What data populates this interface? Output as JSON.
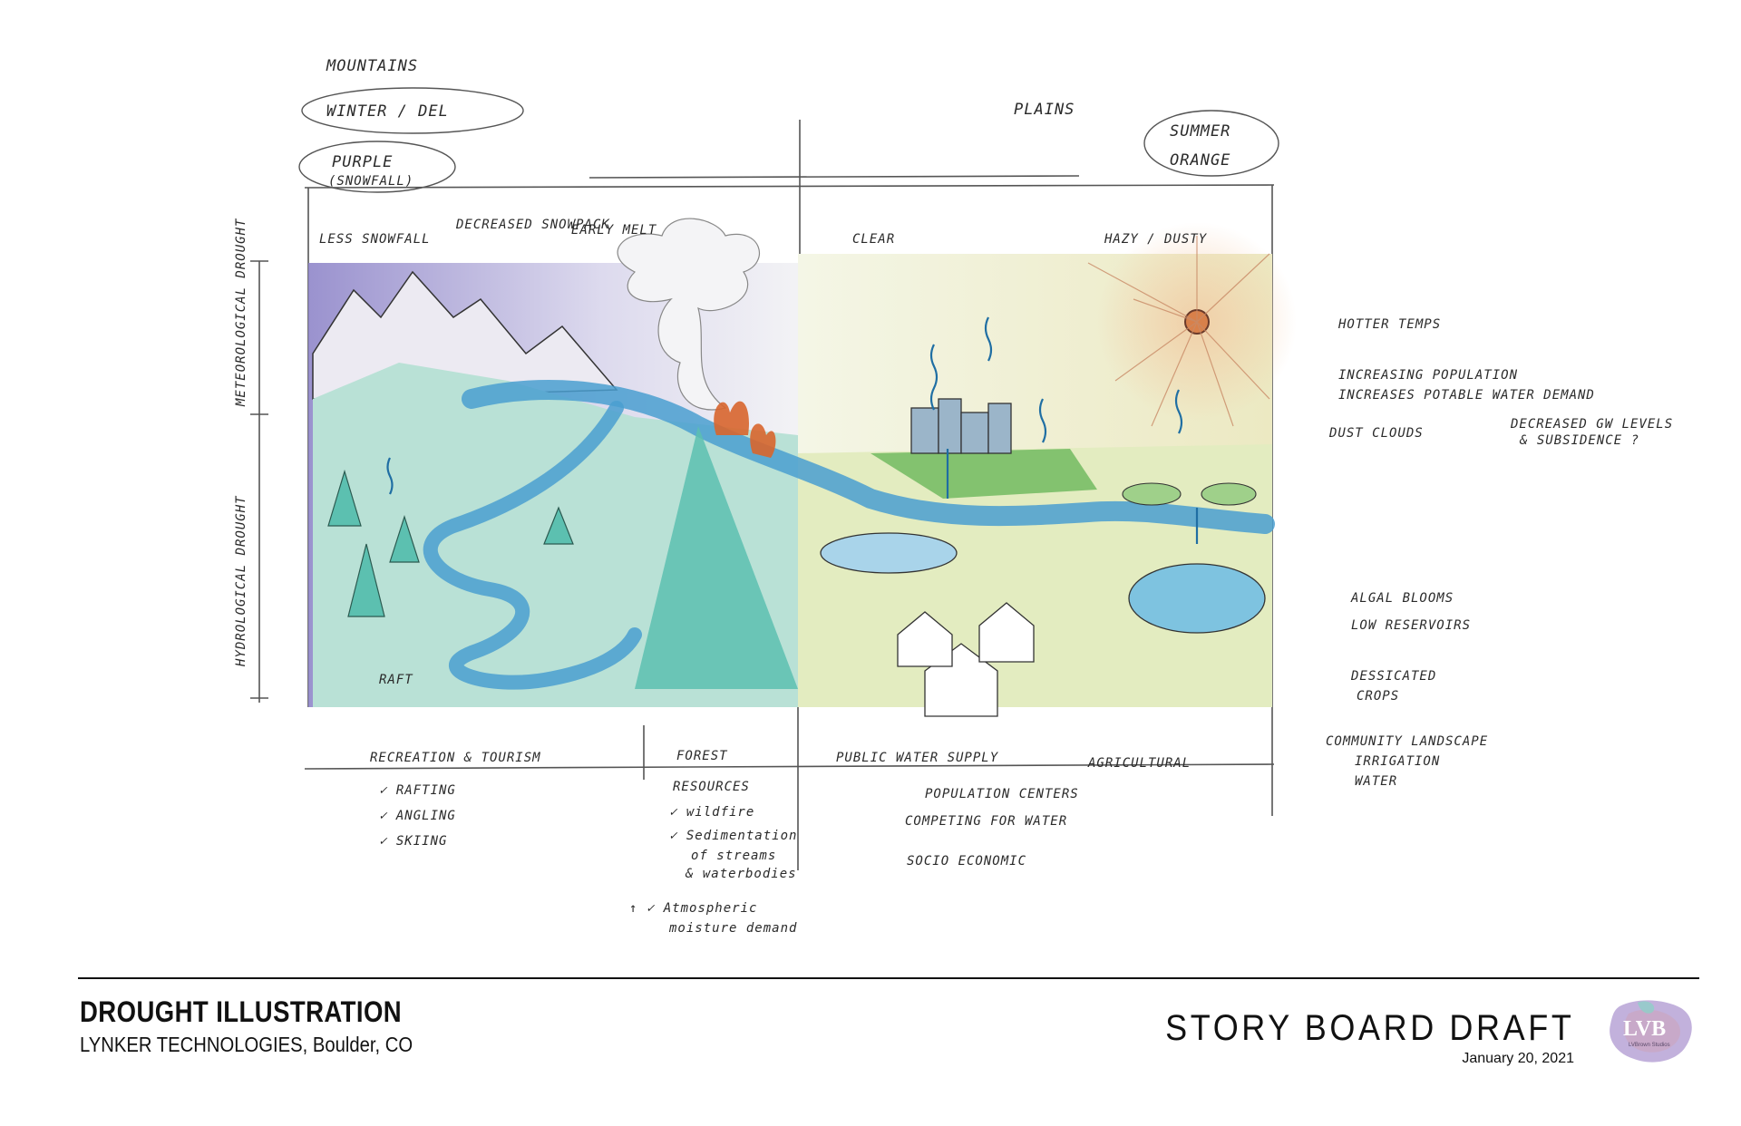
{
  "sketch": {
    "top_labels": {
      "mountains": "MOUNTAINS",
      "winter": "WINTER / DEL",
      "purple": "PURPLE",
      "snowfall": "(SNOWFALL)",
      "plains": "PLAINS",
      "summer": "SUMMER",
      "orange": "ORANGE"
    },
    "sky_labels": {
      "less_snowfall": "LESS SNOWFALL",
      "decreased_snowpack": "DECREASED SNOWPACK",
      "early_melt": "EARLY MELT",
      "clear": "CLEAR",
      "hazy_dusty": "HAZY / DUSTY"
    },
    "side_labels": {
      "meteorological_drought": "METEOROLOGICAL DROUGHT",
      "hydrological_drought": "HYDROLOGICAL DROUGHT"
    },
    "scene_labels": {
      "raft": "RAFT"
    },
    "right_labels": {
      "hotter_temps": "HOTTER TEMPS",
      "increasing_population": "INCREASING POPULATION",
      "increases_demand": "INCREASES POTABLE WATER DEMAND",
      "dust_clouds": "DUST CLOUDS",
      "decreased_gw": "DECREASED GW LEVELS",
      "subsidence": "& SUBSIDENCE ?",
      "algal_blooms": "ALGAL BLOOMS",
      "low_reservoirs": "LOW RESERVOIRS",
      "desiccated": "DESSICATED",
      "crops": "CROPS",
      "community_landscape": "COMMUNITY LANDSCAPE",
      "irrigation": "IRRIGATION",
      "water": "WATER"
    },
    "bottom_labels": {
      "recreation_tourism": "RECREATION & TOURISM",
      "rafting": "✓ RAFTING",
      "angling": "✓ ANGLING",
      "skiing": "✓ SKIING",
      "forest": "FOREST",
      "resources": "RESOURCES",
      "wildfire": "✓ wildfire",
      "sedimentation": "✓ Sedimentation",
      "of_streams": "of streams",
      "waterbodies": "& waterbodies",
      "atmospheric": "↑ ✓ Atmospheric",
      "moisture_demand": "moisture demand",
      "public_water_supply": "PUBLIC WATER SUPPLY",
      "agricultural": "AGRICULTURAL",
      "population_centers": "POPULATION CENTERS",
      "competing_for_water": "COMPETING FOR WATER",
      "socio_economic": "SOCIO ECONOMIC"
    }
  },
  "footer": {
    "title": "DROUGHT ILLUSTRATION",
    "subtitle": "LYNKER TECHNOLOGIES, Boulder, CO",
    "draft_label": "STORY BOARD DRAFT",
    "date": "January 20, 2021",
    "logo_text": "LVB",
    "logo_sub": "LVBrown Studios"
  },
  "colors": {
    "pencil": "#2a2a2a",
    "sky_purple": "#a9a3d6",
    "snow_white": "#e8e8ee",
    "river_blue": "#4a9fd0",
    "forest_teal": "#5cc0b0",
    "grass_green": "#7fbf5a",
    "plains_yellow": "#eef0c8",
    "sun_orange": "#d8804a",
    "fire_orange": "#d9662e"
  }
}
